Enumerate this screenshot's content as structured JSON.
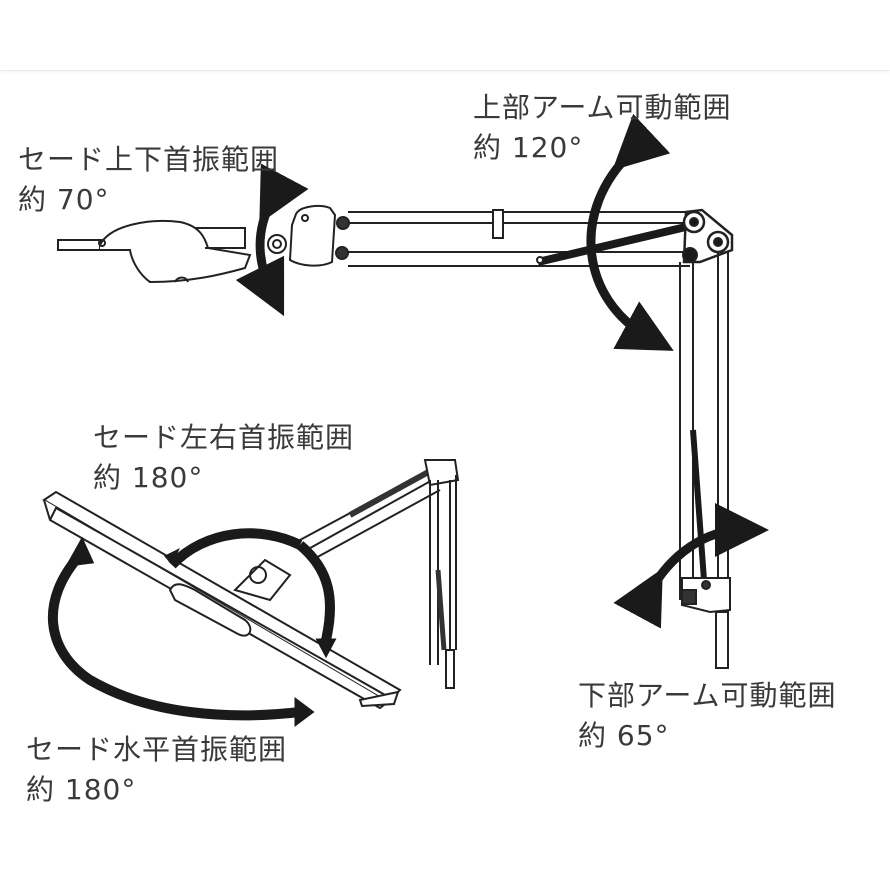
{
  "diagram": {
    "subject": "desk lamp adjustable range",
    "colors": {
      "ink": "#1a1a1a",
      "text": "#3a3a3a",
      "background": "#ffffff"
    },
    "labels": [
      {
        "id": "shade-vertical",
        "title": "セード上下首振範囲",
        "value": "約 70°"
      },
      {
        "id": "upper-arm",
        "title": "上部アーム可動範囲",
        "value": "約 120°"
      },
      {
        "id": "shade-left-right",
        "title": "セード左右首振範囲",
        "value": "約 180°"
      },
      {
        "id": "lower-arm",
        "title": "下部アーム可動範囲",
        "value": "約 65°"
      },
      {
        "id": "shade-horizontal",
        "title": "セード水平首振範囲",
        "value": "約 180°"
      }
    ]
  }
}
